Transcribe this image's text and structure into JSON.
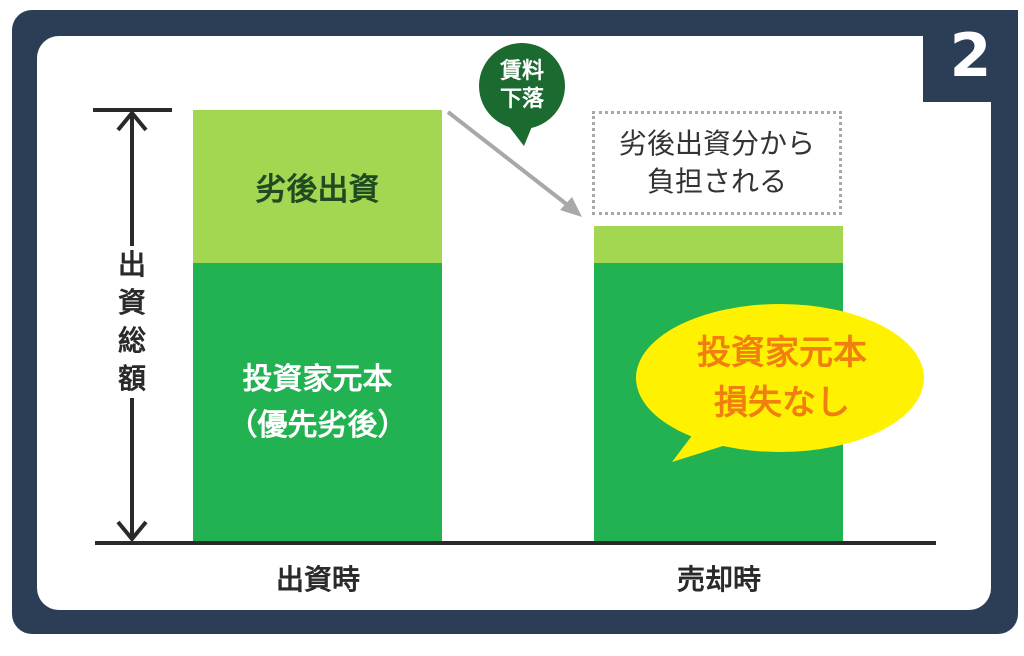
{
  "badge": "2",
  "rent_drop_label": "賃料\n下落",
  "callout_text": "劣後出資分から\n負担される",
  "total_label": "出\n資\n総\n額",
  "bars": [
    {
      "name": "出資時",
      "top_segment": "劣後出資",
      "bottom_segment": "投資家元本\n（優先劣後）"
    },
    {
      "name": "売却時"
    }
  ],
  "speech_bubble": "投資家元本\n損失なし",
  "colors": {
    "frame": "#2c3e55",
    "light_green": "#a3d651",
    "green": "#22b251",
    "dark_green": "#1b6a2f",
    "yellow": "#fff200",
    "orange": "#f07f0f"
  }
}
